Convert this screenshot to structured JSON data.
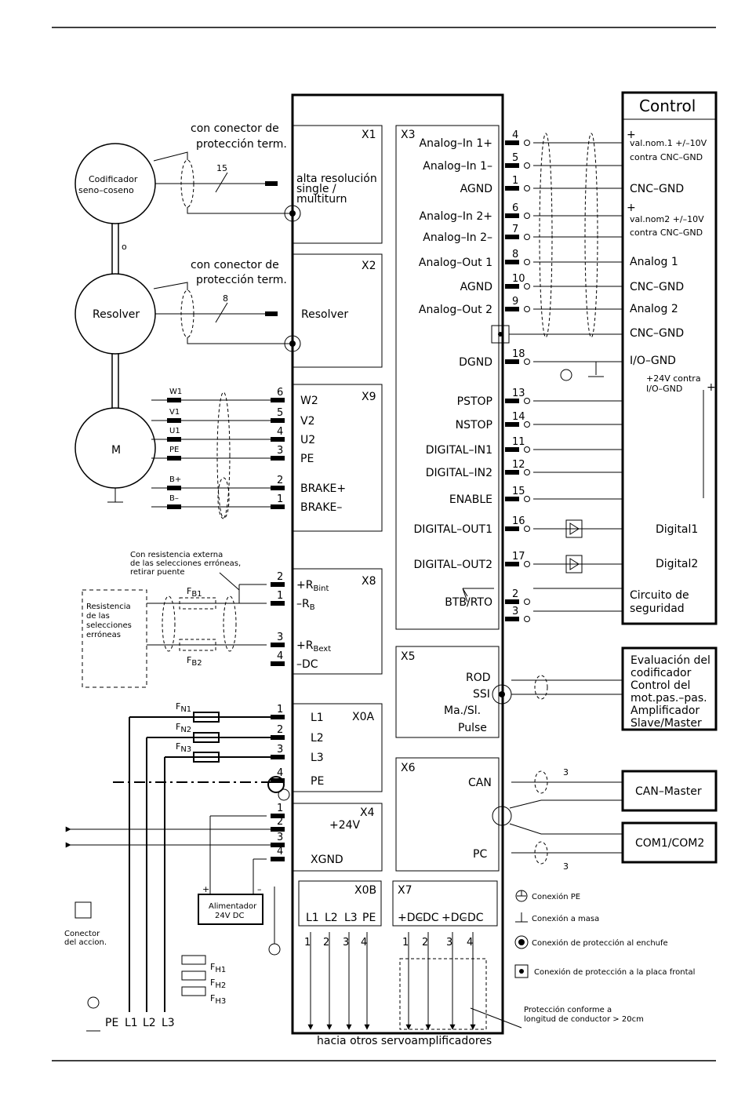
{
  "control": {
    "title": "Control",
    "lines": [
      "+",
      "val.nom.1 +/–10V",
      "contra CNC–GND",
      "CNC–GND",
      "+",
      "val.nom2 +/–10V",
      "contra CNC–GND",
      "Analog 1",
      "CNC–GND",
      "Analog 2",
      "CNC–GND",
      "I/O–GND",
      "+24V contra",
      "I/O–GND",
      "+",
      "Digital1",
      "Digital2",
      "Circuito de",
      "seguridad"
    ]
  },
  "x1": {
    "name": "X1",
    "prot": [
      "con conector de",
      "protección term."
    ],
    "desc": [
      "alta resolución",
      "single /",
      "multiturn"
    ],
    "wires": "15"
  },
  "x2": {
    "name": "X2",
    "prot": [
      "con conector de",
      "protección term."
    ],
    "desc": "Resolver",
    "wires": "8"
  },
  "devices": {
    "encoder": [
      "Codificador",
      "seno–coseno"
    ],
    "resolver": "Resolver",
    "motor": "M",
    "coupling": "o"
  },
  "x3": {
    "name": "X3",
    "pins": [
      {
        "label": "Analog–In 1+",
        "pin": "4"
      },
      {
        "label": "Analog–In 1–",
        "pin": "5"
      },
      {
        "label": "AGND",
        "pin": "1"
      },
      {
        "label": "Analog–In 2+",
        "pin": "6"
      },
      {
        "label": "Analog–In 2–",
        "pin": "7"
      },
      {
        "label": "Analog–Out 1",
        "pin": "8"
      },
      {
        "label": "AGND",
        "pin": "10"
      },
      {
        "label": "Analog–Out 2",
        "pin": "9"
      },
      {
        "label": "DGND",
        "pin": "18"
      },
      {
        "label": "PSTOP",
        "pin": "13"
      },
      {
        "label": "NSTOP",
        "pin": "14"
      },
      {
        "label": "DIGITAL–IN1",
        "pin": "11"
      },
      {
        "label": "DIGITAL–IN2",
        "pin": "12"
      },
      {
        "label": "ENABLE",
        "pin": "15"
      },
      {
        "label": "DIGITAL–OUT1",
        "pin": "16"
      },
      {
        "label": "DIGITAL–OUT2",
        "pin": "17"
      },
      {
        "label": "BTB/RTO",
        "pin": "2"
      },
      {
        "label": "",
        "pin": "3"
      }
    ]
  },
  "x9": {
    "name": "X9",
    "pins": [
      {
        "label": "W2",
        "pin": "6",
        "wire": "W1"
      },
      {
        "label": "V2",
        "pin": "5",
        "wire": "V1"
      },
      {
        "label": "U2",
        "pin": "4",
        "wire": "U1"
      },
      {
        "label": "PE",
        "pin": "3",
        "wire": "PE"
      },
      {
        "label": "BRAKE+",
        "pin": "2",
        "wire": "B+"
      },
      {
        "label": "BRAKE–",
        "pin": "1",
        "wire": "B–"
      }
    ]
  },
  "x8": {
    "name": "X8",
    "note": [
      "Con resistencia externa",
      "de las selecciones erróneas,",
      "retirar puente"
    ],
    "pins": [
      {
        "label": "+R",
        "sub": "Bint",
        "pin": "2"
      },
      {
        "label": "–R",
        "sub": "B",
        "pin": "1"
      },
      {
        "label": "+R",
        "sub": "Bext",
        "pin": "3"
      },
      {
        "label": "–DC",
        "sub": "",
        "pin": "4"
      }
    ],
    "resistor": [
      "Resistencia",
      "de las",
      "selecciones",
      "erróneas"
    ],
    "fuses": [
      "F",
      "B1",
      "F",
      "B2"
    ]
  },
  "x0a": {
    "name": "X0A",
    "pins": [
      {
        "label": "L1",
        "pin": "1",
        "fuse": "N1"
      },
      {
        "label": "L2",
        "pin": "2",
        "fuse": "N2"
      },
      {
        "label": "L3",
        "pin": "3",
        "fuse": "N3"
      },
      {
        "label": "PE",
        "pin": "4",
        "fuse": ""
      }
    ]
  },
  "x4": {
    "name": "X4",
    "pins": [
      {
        "label": "+24V",
        "pin": "1"
      },
      {
        "label": "",
        "pin": "2"
      },
      {
        "label": "",
        "pin": "3"
      },
      {
        "label": "XGND",
        "pin": "4"
      }
    ]
  },
  "x5": {
    "name": "X5",
    "lines": [
      "ROD",
      "SSI",
      "Ma./Sl.",
      "Pulse"
    ],
    "target": [
      "Evaluación del",
      "codificador",
      "Control del",
      "mot.pas.–pas.",
      "Amplificador",
      "Slave/Master"
    ]
  },
  "x6": {
    "name": "X6",
    "can": "CAN",
    "pc": "PC",
    "can_target": "CAN–Master",
    "pc_target": "COM1/COM2",
    "wires": [
      "3",
      "3"
    ]
  },
  "x0b": {
    "name": "X0B",
    "labels": [
      "L1",
      "L2",
      "L3",
      "PE"
    ],
    "pins": [
      "1",
      "2",
      "3",
      "4"
    ]
  },
  "x7": {
    "name": "X7",
    "labels": [
      "+DC",
      "–DC",
      "+DC",
      "–DC"
    ],
    "pins": [
      "1",
      "2",
      "3",
      "4"
    ]
  },
  "supply": {
    "title": [
      "Alimentador",
      "24V DC"
    ],
    "plus": "+",
    "minus": "–",
    "fuses": [
      "F",
      "H1",
      "F",
      "H2",
      "F",
      "H3"
    ]
  },
  "contactor": [
    "Conector",
    "del accion."
  ],
  "mains": [
    "PE",
    "L1",
    "L2",
    "L3"
  ],
  "bottom": "hacia otros servoamplificadores",
  "shield_note": [
    "Protección conforme a",
    "longitud de conductor > 20cm"
  ],
  "legend": [
    {
      "symbol": "pe",
      "text": "Conexión PE"
    },
    {
      "symbol": "ground",
      "text": "Conexión a masa"
    },
    {
      "symbol": "plug",
      "text": "Conexión de protección al enchufe"
    },
    {
      "symbol": "plate",
      "text": "Conexión de protección a la placa frontal"
    }
  ]
}
